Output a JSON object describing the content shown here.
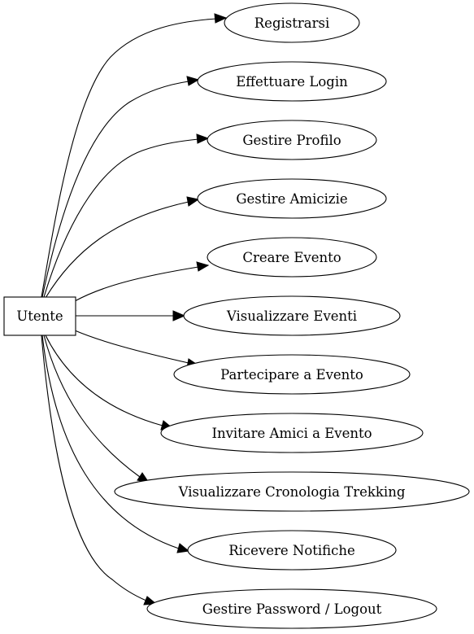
{
  "actor": {
    "label": "Utente"
  },
  "use_cases": [
    {
      "label": "Registrarsi"
    },
    {
      "label": "Effettuare Login"
    },
    {
      "label": "Gestire Profilo"
    },
    {
      "label": "Gestire Amicizie"
    },
    {
      "label": "Creare Evento"
    },
    {
      "label": "Visualizzare Eventi"
    },
    {
      "label": "Partecipare a Evento"
    },
    {
      "label": "Invitare Amici a Evento"
    },
    {
      "label": "Visualizzare Cronologia Trekking"
    },
    {
      "label": "Ricevere Notifiche"
    },
    {
      "label": "Gestire Password / Logout"
    }
  ],
  "colors": {
    "stroke": "#000000",
    "fill": "#ffffff"
  }
}
